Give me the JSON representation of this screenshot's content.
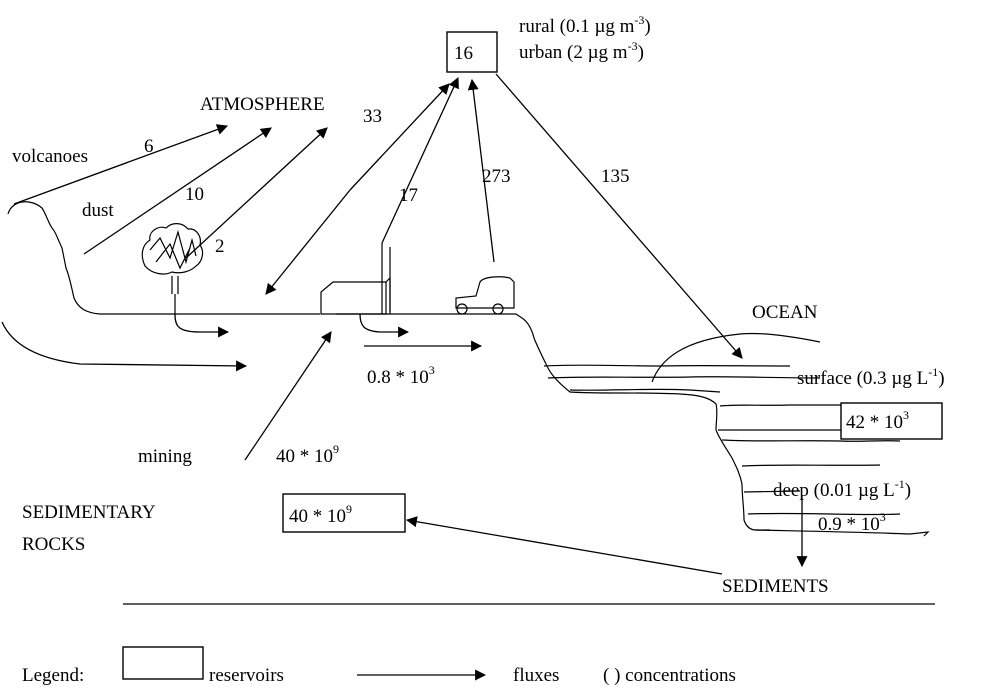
{
  "labels": {
    "atmosphere": "ATMOSPHERE",
    "ocean": "OCEAN",
    "sedimentary_line1": "SEDIMENTARY",
    "sedimentary_line2": "ROCKS",
    "sediments": "SEDIMENTS",
    "volcanoes": "volcanoes",
    "dust": "dust",
    "mining": "mining"
  },
  "reservoirs": {
    "atmosphere": "16",
    "ocean_deep": "42 * 10",
    "ocean_deep_exp": "3",
    "rocks": "40 * 10",
    "rocks_exp": "9"
  },
  "concentrations": {
    "rural_pre": "rural (0.1 µg m",
    "rural_exp": "-3",
    "rural_post": ")",
    "urban_pre": "urban (2 µg m",
    "urban_exp": "-3",
    "urban_post": ")",
    "surface_pre": "surface (0.3 µg L",
    "surface_exp": "-1",
    "surface_post": ")",
    "deep_pre": "deep (0.01 µg L",
    "deep_exp": "-1",
    "deep_post": ")"
  },
  "fluxes": {
    "volcanoes": "6",
    "dust": "10",
    "fires": "2",
    "deposition": "33",
    "industry": "17",
    "traffic": "273",
    "to_ocean": "135",
    "mining_base": "40 * 10",
    "mining_exp": "9",
    "rivers_base": "0.8 * 10",
    "rivers_exp": "3",
    "sedimentation_base": "0.9 * 10",
    "sedimentation_exp": "3"
  },
  "legend": {
    "title": "Legend:",
    "reservoirs": "reservoirs",
    "fluxes": "fluxes",
    "concentrations": "( ) concentrations"
  }
}
